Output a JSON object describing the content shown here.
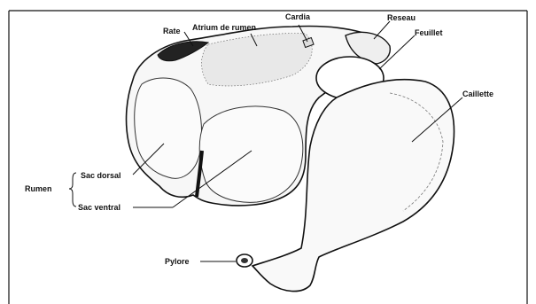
{
  "labels": {
    "rate": "Rate",
    "atrium": "Atrium de rumen",
    "cardia": "Cardia",
    "reseau": "Reseau",
    "feuillet": "Feuillet",
    "caillette": "Caillette",
    "rumen": "Rumen",
    "sac_dorsal": "Sac dorsal",
    "sac_ventral": "Sac ventral",
    "pylore": "Pylore"
  }
}
